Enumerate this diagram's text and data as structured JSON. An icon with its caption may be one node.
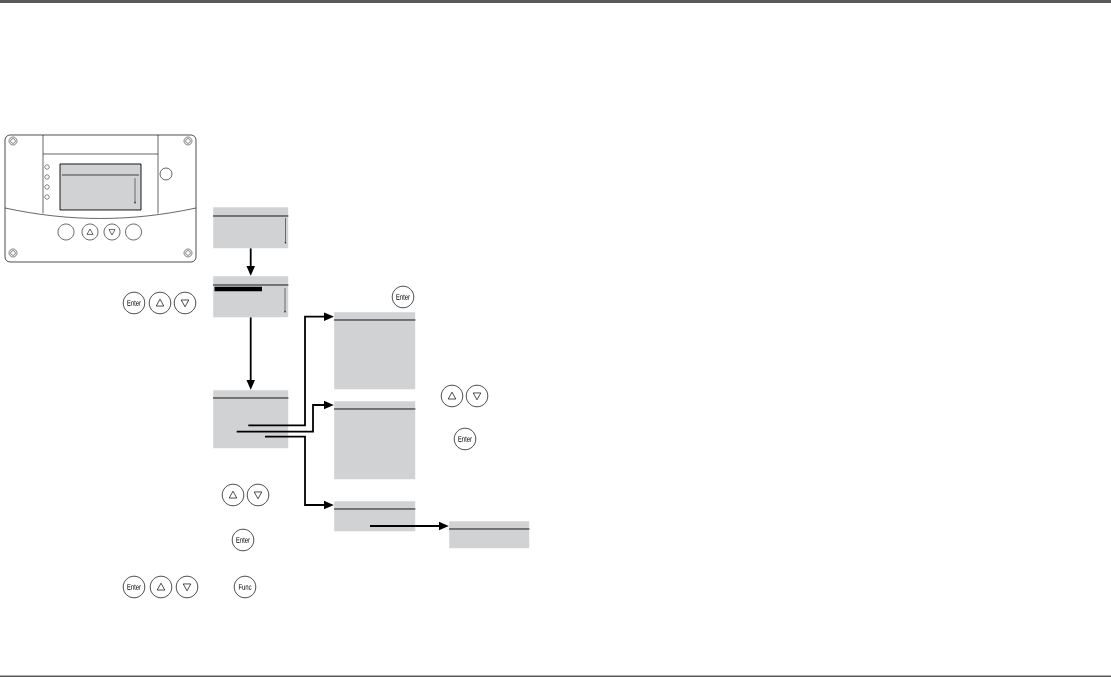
{
  "diagram": {
    "nodes": [
      {
        "text": [],
        "shape": "box"
      },
      {
        "text": [],
        "shape": "box"
      },
      {
        "text": [],
        "shape": "box"
      },
      {
        "text": [],
        "shape": "box"
      },
      {
        "text": [],
        "shape": "box"
      },
      {
        "text": [],
        "shape": "box"
      },
      {
        "text": [],
        "shape": "box"
      }
    ],
    "edges": [
      {
        "from": 0,
        "to": 1,
        "arrow": "to"
      },
      {
        "from": 1,
        "to": 2,
        "arrow": "to"
      },
      {
        "from": 2,
        "to": 3,
        "arrow": "to"
      },
      {
        "from": 2,
        "to": 4,
        "arrow": "to"
      },
      {
        "from": 2,
        "to": 5,
        "arrow": "to"
      },
      {
        "from": 5,
        "to": 6,
        "arrow": "to"
      }
    ],
    "labels": [
      "Enter",
      "Enter",
      "Enter",
      "Enter",
      "Enter",
      "Func"
    ]
  }
}
